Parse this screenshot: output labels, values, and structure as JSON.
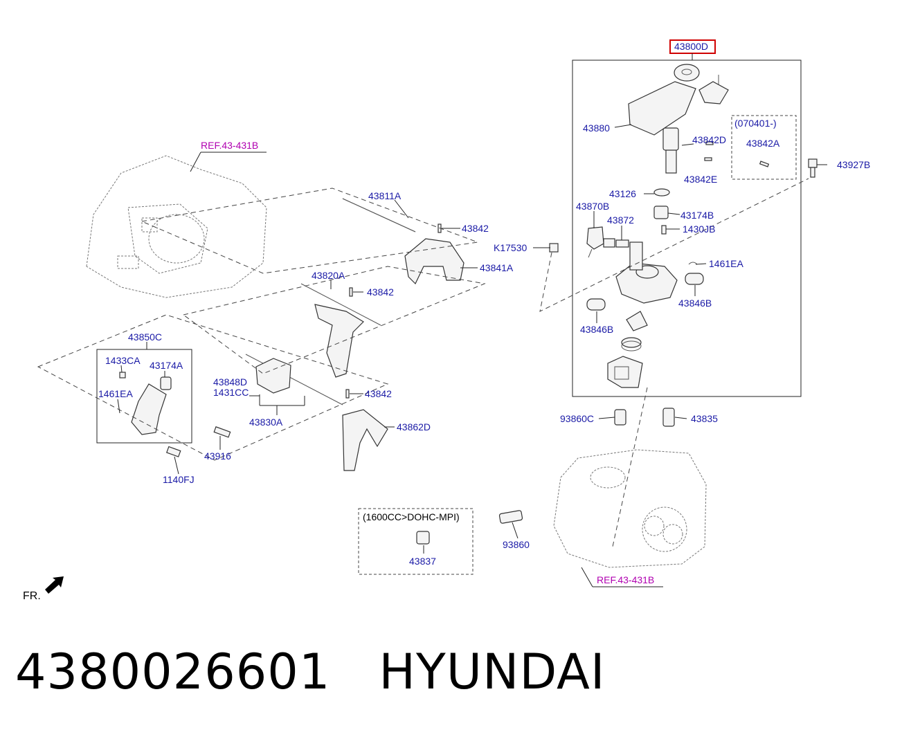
{
  "labels": {
    "p43800D": "43800D",
    "p43880": "43880",
    "p43842D": "43842D",
    "p070401": "(070401-)",
    "p43842A": "43842A",
    "p43927B": "43927B",
    "p43842E": "43842E",
    "p43126": "43126",
    "p43870B": "43870B",
    "p43174B": "43174B",
    "p43872": "43872",
    "p1430JB": "1430JB",
    "pK17530": "K17530",
    "p1461EA_r": "1461EA",
    "p43846B_1": "43846B",
    "p43846B_2": "43846B",
    "ref_top": "REF.43-431B",
    "p43811A": "43811A",
    "p43842_1": "43842",
    "p43841A": "43841A",
    "p43820A": "43820A",
    "p43842_2": "43842",
    "p43850C": "43850C",
    "p1433CA": "1433CA",
    "p43174A": "43174A",
    "p1461EA_l": "1461EA",
    "p43848D": "43848D",
    "p1431CC": "1431CC",
    "p43842_3": "43842",
    "p43830A": "43830A",
    "p43862D": "43862D",
    "p43916": "43916",
    "p1140FJ": "1140FJ",
    "p93860C": "93860C",
    "p43835": "43835",
    "p1600": "(1600CC>DOHC-MPI)",
    "p43837": "43837",
    "p93860": "93860",
    "ref_bottom": "REF.43-431B",
    "fr": "FR."
  },
  "footer": {
    "part_number": "4380026601",
    "brand": "HYUNDAI"
  },
  "colors": {
    "label": "#1a1aa6",
    "reference": "#b000b0",
    "highlight": "#d00000"
  }
}
